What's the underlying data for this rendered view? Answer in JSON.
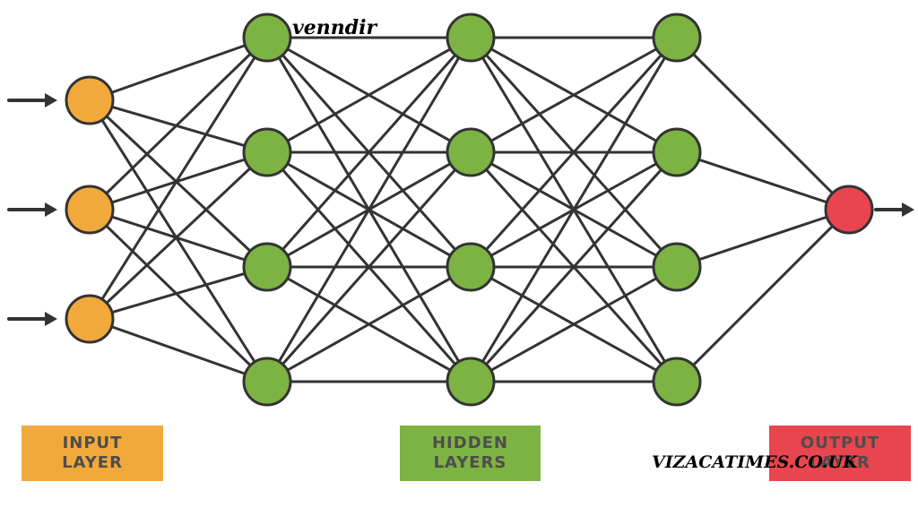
{
  "diagram": {
    "layers": [
      {
        "role": "input",
        "nodes": 3
      },
      {
        "role": "hidden",
        "nodes": 4
      },
      {
        "role": "hidden",
        "nodes": 4
      },
      {
        "role": "hidden",
        "nodes": 4
      },
      {
        "role": "output",
        "nodes": 1
      }
    ],
    "connectivity": "fully-connected",
    "input_arrows": 3,
    "output_arrows": 1
  },
  "legend": {
    "input": "INPUT\nLAYER",
    "hidden": "HIDDEN\nLAYERS",
    "output": "OUTPUT\nLAYER"
  },
  "watermarks": {
    "top": "venndir",
    "bottom": "VIZACATIMES.CO.UK"
  },
  "colors": {
    "input": "#F2A93B",
    "hidden": "#7CB342",
    "output": "#E8454F",
    "edge": "#333333",
    "legend_text": "#4D4D4D"
  }
}
